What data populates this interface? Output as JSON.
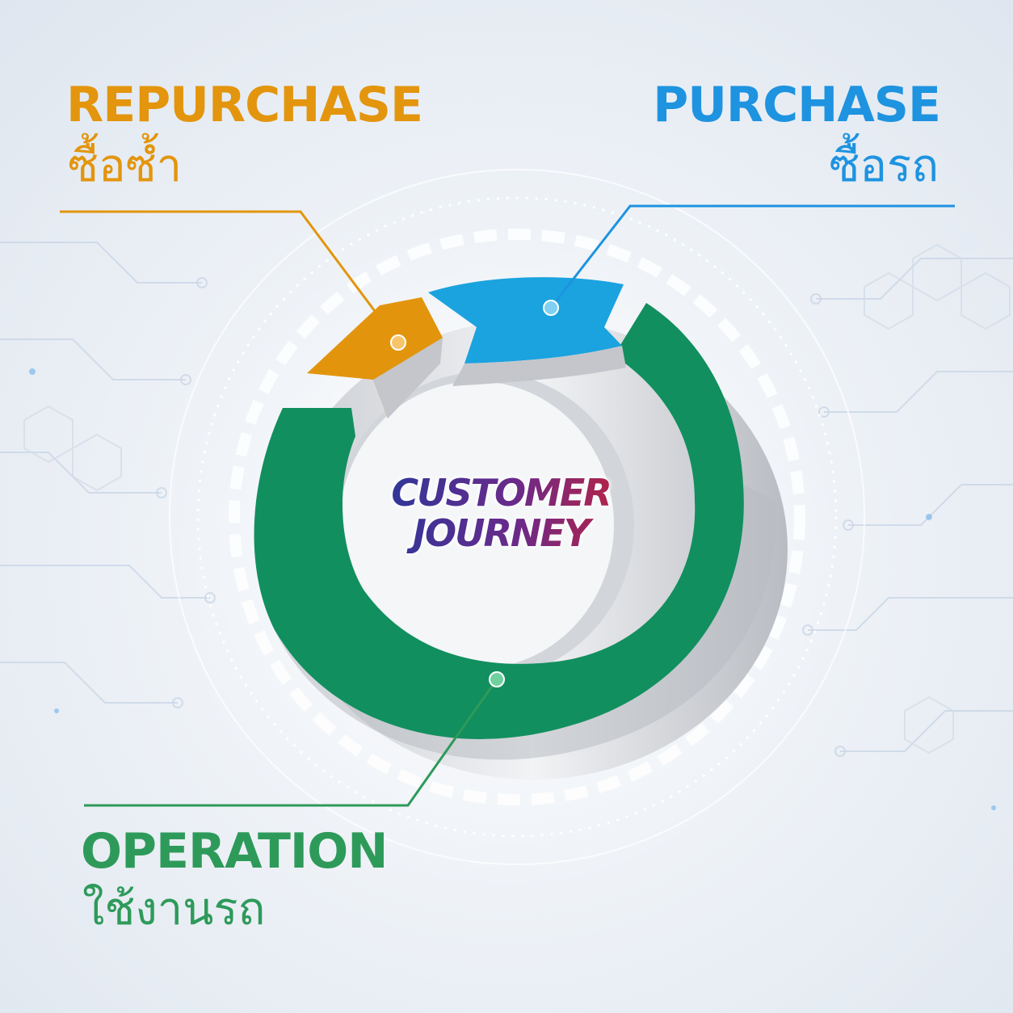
{
  "colors": {
    "repurchase": "#E3950D",
    "purchase": "#1E93E0",
    "operation": "#2E9A5A",
    "ring_green": "#128F5F",
    "ring_blue": "#1AA3DF",
    "ring_orange": "#E2950C",
    "title_start": "#1E3A9E",
    "title_end": "#D0202E"
  },
  "stages": {
    "repurchase": {
      "en": "REPURCHASE",
      "th": "ซื้อซ้ำ"
    },
    "purchase": {
      "en": "PURCHASE",
      "th": "ซื้อรถ"
    },
    "operation": {
      "en": "OPERATION",
      "th": "ใช้งานรถ"
    }
  },
  "center": {
    "line1": "CUSTOMER",
    "line2": "JOURNEY"
  }
}
